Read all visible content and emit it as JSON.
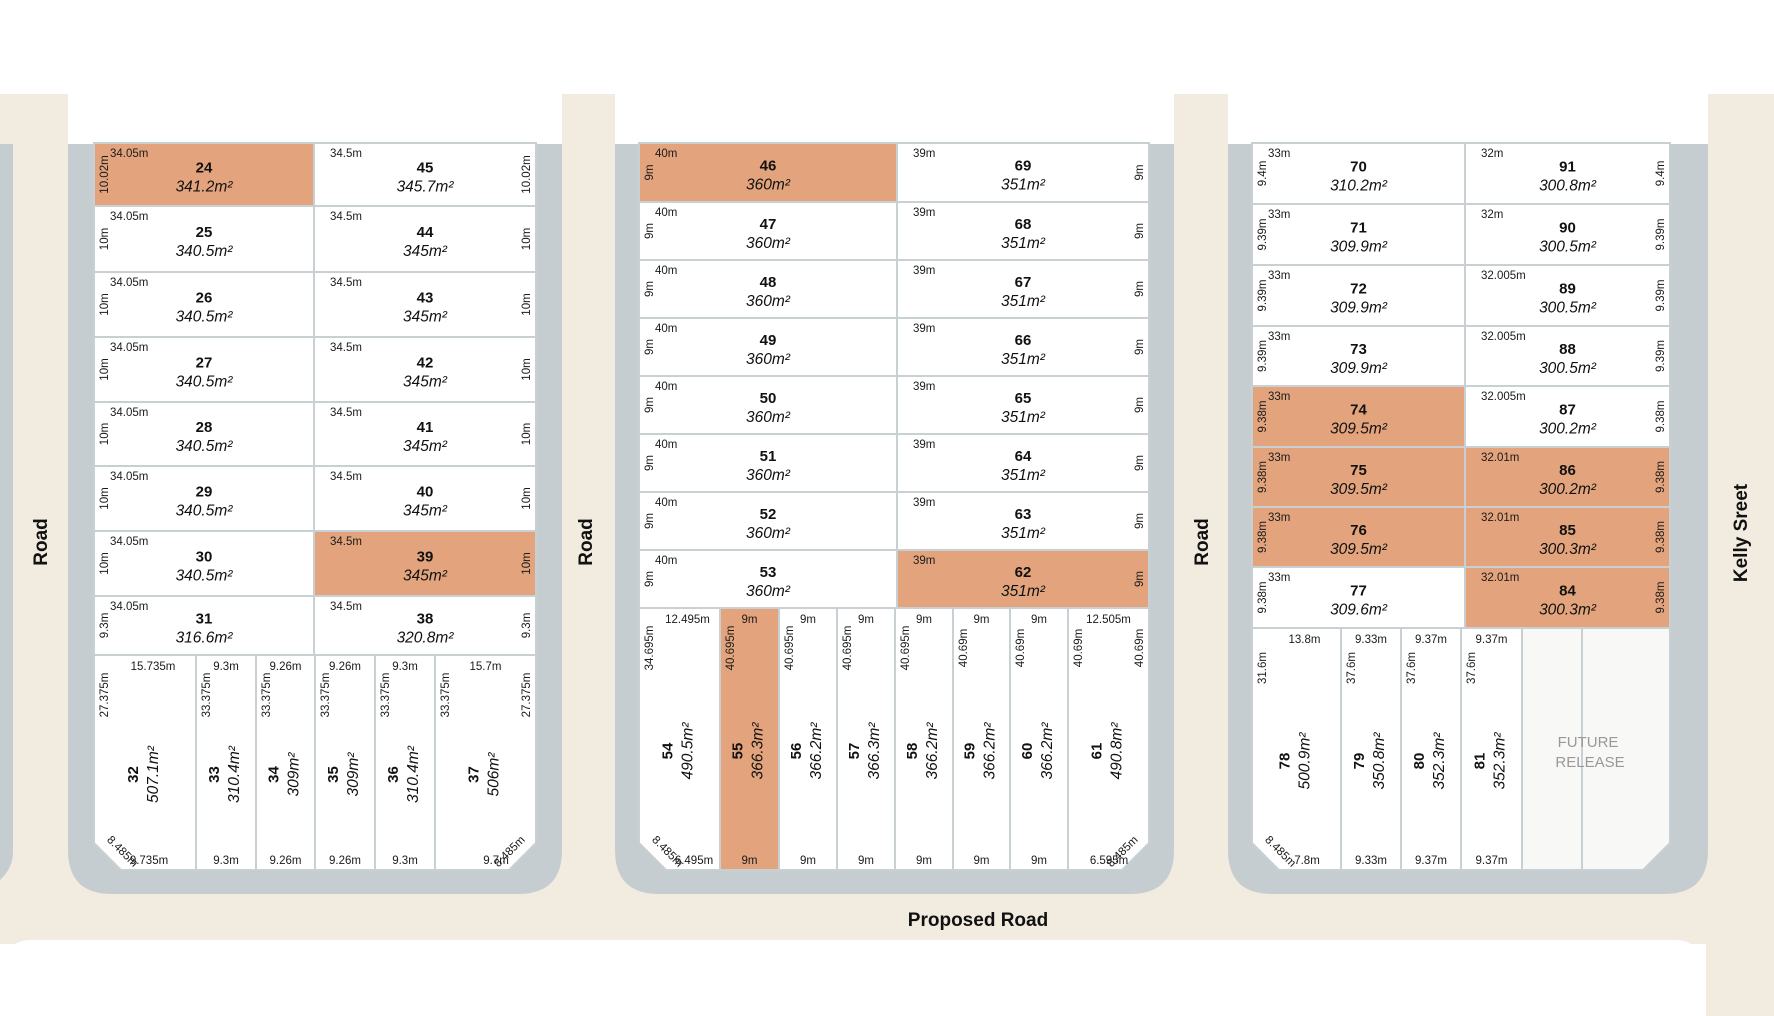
{
  "colors": {
    "available": "#ffffff",
    "sold": "#e3a47d",
    "future": "#f8f8f6",
    "road_verge": "#c6cdd1",
    "footpath": "#f1ebe0",
    "lot_border": "#c9d0d4"
  },
  "roads": {
    "left_road": "Road",
    "mid_road": "Road",
    "right_road": "Road",
    "east_street": "Kelly Sreet",
    "south_road": "Proposed Road"
  },
  "future_release": "FUTURE RELEASE",
  "blocks": [
    {
      "rows": [
        {
          "left": {
            "num": "24",
            "area": "341.2m²",
            "width": "34.05m",
            "depth": "10.02m",
            "status": "sold"
          },
          "right": {
            "num": "45",
            "area": "345.7m²",
            "width": "34.5m",
            "depth": "10.02m",
            "status": "available"
          }
        },
        {
          "left": {
            "num": "25",
            "area": "340.5m²",
            "width": "34.05m",
            "depth": "10m",
            "status": "available"
          },
          "right": {
            "num": "44",
            "area": "345m²",
            "width": "34.5m",
            "depth": "10m",
            "status": "available"
          }
        },
        {
          "left": {
            "num": "26",
            "area": "340.5m²",
            "width": "34.05m",
            "depth": "10m",
            "status": "available"
          },
          "right": {
            "num": "43",
            "area": "345m²",
            "width": "34.5m",
            "depth": "10m",
            "status": "available"
          }
        },
        {
          "left": {
            "num": "27",
            "area": "340.5m²",
            "width": "34.05m",
            "depth": "10m",
            "status": "available"
          },
          "right": {
            "num": "42",
            "area": "345m²",
            "width": "34.5m",
            "depth": "10m",
            "status": "available"
          }
        },
        {
          "left": {
            "num": "28",
            "area": "340.5m²",
            "width": "34.05m",
            "depth": "10m",
            "status": "available"
          },
          "right": {
            "num": "41",
            "area": "345m²",
            "width": "34.5m",
            "depth": "10m",
            "status": "available"
          }
        },
        {
          "left": {
            "num": "29",
            "area": "340.5m²",
            "width": "34.05m",
            "depth": "10m",
            "status": "available"
          },
          "right": {
            "num": "40",
            "area": "345m²",
            "width": "34.5m",
            "depth": "10m",
            "status": "available"
          }
        },
        {
          "left": {
            "num": "30",
            "area": "340.5m²",
            "width": "34.05m",
            "depth": "10m",
            "status": "available"
          },
          "right": {
            "num": "39",
            "area": "345m²",
            "width": "34.5m",
            "depth": "10m",
            "status": "sold"
          }
        },
        {
          "left": {
            "num": "31",
            "area": "316.6m²",
            "width": "34.05m",
            "depth": "9.3m",
            "status": "available"
          },
          "right": {
            "num": "38",
            "area": "320.8m²",
            "width": "34.5m",
            "depth": "9.3m",
            "status": "available"
          }
        }
      ],
      "cols": [
        {
          "num": "32",
          "area": "507.1m²",
          "top": "15.735m",
          "bottom": "9.735m",
          "side": "27.375m",
          "status": "available"
        },
        {
          "num": "33",
          "area": "310.4m²",
          "top": "9.3m",
          "bottom": "9.3m",
          "side": "33.375m",
          "status": "available"
        },
        {
          "num": "34",
          "area": "309m²",
          "top": "9.26m",
          "bottom": "9.26m",
          "side": "33.375m",
          "status": "available"
        },
        {
          "num": "35",
          "area": "309m²",
          "top": "9.26m",
          "bottom": "9.26m",
          "side": "33.375m",
          "status": "available"
        },
        {
          "num": "36",
          "area": "310.4m²",
          "top": "9.3m",
          "bottom": "9.3m",
          "side": "33.375m",
          "status": "available"
        },
        {
          "num": "37",
          "area": "506m²",
          "top": "15.7m",
          "bottom": "9.7m",
          "side": "33.375m",
          "status": "available"
        }
      ],
      "side_right": "27.375m",
      "chamfer_left": "8.485m",
      "chamfer_right": "8.485m"
    },
    {
      "rows": [
        {
          "left": {
            "num": "46",
            "area": "360m²",
            "width": "40m",
            "depth": "9m",
            "status": "sold"
          },
          "right": {
            "num": "69",
            "area": "351m²",
            "width": "39m",
            "depth": "9m",
            "status": "available"
          }
        },
        {
          "left": {
            "num": "47",
            "area": "360m²",
            "width": "40m",
            "depth": "9m",
            "status": "available"
          },
          "right": {
            "num": "68",
            "area": "351m²",
            "width": "39m",
            "depth": "9m",
            "status": "available"
          }
        },
        {
          "left": {
            "num": "48",
            "area": "360m²",
            "width": "40m",
            "depth": "9m",
            "status": "available"
          },
          "right": {
            "num": "67",
            "area": "351m²",
            "width": "39m",
            "depth": "9m",
            "status": "available"
          }
        },
        {
          "left": {
            "num": "49",
            "area": "360m²",
            "width": "40m",
            "depth": "9m",
            "status": "available"
          },
          "right": {
            "num": "66",
            "area": "351m²",
            "width": "39m",
            "depth": "9m",
            "status": "available"
          }
        },
        {
          "left": {
            "num": "50",
            "area": "360m²",
            "width": "40m",
            "depth": "9m",
            "status": "available"
          },
          "right": {
            "num": "65",
            "area": "351m²",
            "width": "39m",
            "depth": "9m",
            "status": "available"
          }
        },
        {
          "left": {
            "num": "51",
            "area": "360m²",
            "width": "40m",
            "depth": "9m",
            "status": "available"
          },
          "right": {
            "num": "64",
            "area": "351m²",
            "width": "39m",
            "depth": "9m",
            "status": "available"
          }
        },
        {
          "left": {
            "num": "52",
            "area": "360m²",
            "width": "40m",
            "depth": "9m",
            "status": "available"
          },
          "right": {
            "num": "63",
            "area": "351m²",
            "width": "39m",
            "depth": "9m",
            "status": "available"
          }
        },
        {
          "left": {
            "num": "53",
            "area": "360m²",
            "width": "40m",
            "depth": "9m",
            "status": "available"
          },
          "right": {
            "num": "62",
            "area": "351m²",
            "width": "39m",
            "depth": "9m",
            "status": "sold"
          }
        }
      ],
      "cols": [
        {
          "num": "54",
          "area": "490.5m²",
          "top": "12.495m",
          "bottom": "6.495m",
          "side": "34.695m",
          "status": "available"
        },
        {
          "num": "55",
          "area": "366.3m²",
          "top": "9m",
          "bottom": "9m",
          "side": "40.695m",
          "status": "sold"
        },
        {
          "num": "56",
          "area": "366.2m²",
          "top": "9m",
          "bottom": "9m",
          "side": "40.695m",
          "status": "available"
        },
        {
          "num": "57",
          "area": "366.3m²",
          "top": "9m",
          "bottom": "9m",
          "side": "40.695m",
          "status": "available"
        },
        {
          "num": "58",
          "area": "366.2m²",
          "top": "9m",
          "bottom": "9m",
          "side": "40.695m",
          "status": "available"
        },
        {
          "num": "59",
          "area": "366.2m²",
          "top": "9m",
          "bottom": "9m",
          "side": "40.69m",
          "status": "available"
        },
        {
          "num": "60",
          "area": "366.2m²",
          "top": "9m",
          "bottom": "9m",
          "side": "40.69m",
          "status": "available"
        },
        {
          "num": "61",
          "area": "490.8m²",
          "top": "12.505m",
          "bottom": "6.595m",
          "side": "40.69m",
          "status": "available"
        }
      ],
      "side_right": "40.69m",
      "chamfer_left": "8.485m",
      "chamfer_right": "8.485m"
    },
    {
      "rows": [
        {
          "left": {
            "num": "70",
            "area": "310.2m²",
            "width": "33m",
            "depth": "9.4m",
            "status": "available"
          },
          "right": {
            "num": "91",
            "area": "300.8m²",
            "width": "32m",
            "depth": "9.4m",
            "status": "available"
          }
        },
        {
          "left": {
            "num": "71",
            "area": "309.9m²",
            "width": "33m",
            "depth": "9.39m",
            "status": "available"
          },
          "right": {
            "num": "90",
            "area": "300.5m²",
            "width": "32m",
            "depth": "9.39m",
            "status": "available"
          }
        },
        {
          "left": {
            "num": "72",
            "area": "309.9m²",
            "width": "33m",
            "depth": "9.39m",
            "status": "available"
          },
          "right": {
            "num": "89",
            "area": "300.5m²",
            "width": "32.005m",
            "depth": "9.39m",
            "status": "available"
          }
        },
        {
          "left": {
            "num": "73",
            "area": "309.9m²",
            "width": "33m",
            "depth": "9.39m",
            "status": "available"
          },
          "right": {
            "num": "88",
            "area": "300.5m²",
            "width": "32.005m",
            "depth": "9.39m",
            "status": "available"
          }
        },
        {
          "left": {
            "num": "74",
            "area": "309.5m²",
            "width": "33m",
            "depth": "9.38m",
            "status": "sold"
          },
          "right": {
            "num": "87",
            "area": "300.2m²",
            "width": "32.005m",
            "depth": "9.38m",
            "status": "available"
          }
        },
        {
          "left": {
            "num": "75",
            "area": "309.5m²",
            "width": "33m",
            "depth": "9.38m",
            "status": "sold"
          },
          "right": {
            "num": "86",
            "area": "300.2m²",
            "width": "32.01m",
            "depth": "9.38m",
            "status": "sold"
          }
        },
        {
          "left": {
            "num": "76",
            "area": "309.5m²",
            "width": "33m",
            "depth": "9.38m",
            "status": "sold"
          },
          "right": {
            "num": "85",
            "area": "300.3m²",
            "width": "32.01m",
            "depth": "9.38m",
            "status": "sold"
          }
        },
        {
          "left": {
            "num": "77",
            "area": "309.6m²",
            "width": "33m",
            "depth": "9.38m",
            "status": "available"
          },
          "right": {
            "num": "84",
            "area": "300.3m²",
            "width": "32.01m",
            "depth": "9.38m",
            "status": "sold"
          }
        }
      ],
      "cols": [
        {
          "num": "78",
          "area": "500.9m²",
          "top": "13.8m",
          "bottom": "7.8m",
          "side": "31.6m",
          "status": "available"
        },
        {
          "num": "79",
          "area": "350.8m²",
          "top": "9.33m",
          "bottom": "9.33m",
          "side": "37.6m",
          "status": "available"
        },
        {
          "num": "80",
          "area": "352.3m²",
          "top": "9.37m",
          "bottom": "9.37m",
          "side": "37.6m",
          "status": "available"
        },
        {
          "num": "81",
          "area": "352.3m²",
          "top": "9.37m",
          "bottom": "9.37m",
          "side": "37.6m",
          "status": "available"
        },
        {
          "num": "",
          "area": "",
          "top": "",
          "bottom": "",
          "side": "",
          "status": "future"
        },
        {
          "num": "",
          "area": "",
          "top": "",
          "bottom": "",
          "side": "",
          "status": "future"
        }
      ],
      "side_right": "",
      "chamfer_left": "8.485m",
      "chamfer_right": ""
    }
  ]
}
